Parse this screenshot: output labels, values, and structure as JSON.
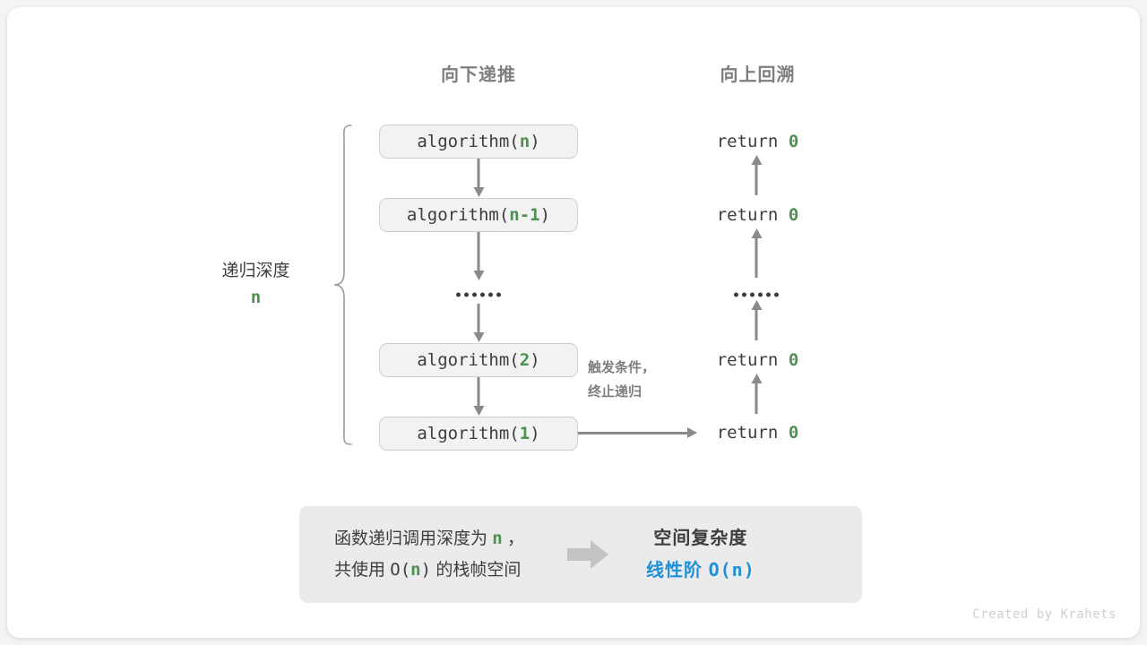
{
  "diagram": {
    "headers": {
      "down": "向下递推",
      "up": "向上回溯"
    },
    "depth_label": {
      "text": "递归深度",
      "value": "n"
    },
    "condition_label": {
      "line1": "触发条件，",
      "line2": "终止递归"
    },
    "call_stack": [
      {
        "prefix": "algorithm(",
        "arg": "n",
        "suffix": ")"
      },
      {
        "prefix": "algorithm(",
        "arg": "n-1",
        "suffix": ")"
      },
      {
        "prefix": "algorithm(",
        "arg": "2",
        "suffix": ")"
      },
      {
        "prefix": "algorithm(",
        "arg": "1",
        "suffix": ")"
      }
    ],
    "returns": [
      {
        "keyword": "return",
        "value": "0"
      },
      {
        "keyword": "return",
        "value": "0"
      },
      {
        "keyword": "return",
        "value": "0"
      },
      {
        "keyword": "return",
        "value": "0"
      }
    ],
    "ellipsis_dots": 6
  },
  "summary": {
    "left_line1_a": "函数递归调用深度为 ",
    "left_line1_n": "n",
    "left_line1_b": " ，",
    "left_line2_a": "共使用 ",
    "left_line2_o": "O(",
    "left_line2_n": "n",
    "left_line2_c": ")",
    "left_line2_b": " 的栈帧空间",
    "arrow_icon": "right-block-arrow-icon",
    "right_title": "空间复杂度",
    "right_value_zh": "线性阶 ",
    "right_value_mono": "O(n)"
  },
  "credit": "Created by Krahets",
  "colors": {
    "green": "#4d9150",
    "blue": "#1f8fd8",
    "gray_text": "#3d3d3d",
    "gray_muted": "#7e7e7e",
    "stroke": "#8a8a8a",
    "box_fill": "#f2f2f2",
    "box_border": "#cfcfcf",
    "summary_fill": "#ebebeb"
  }
}
